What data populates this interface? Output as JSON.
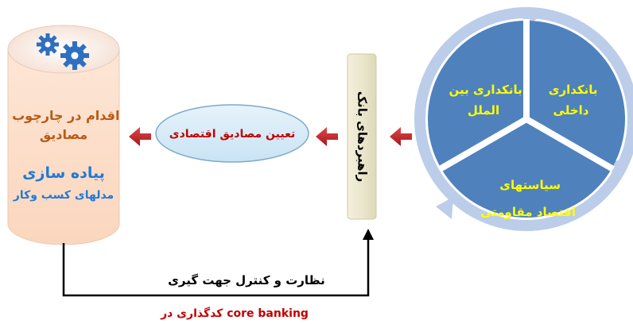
{
  "cycle": {
    "segment_right": "بانکداری\nداخلی",
    "segment_left": "بانکداری بین\nالملل",
    "segment_bottom": "سیاستهای\nاقتصاد مقاومتی"
  },
  "strategy_box": {
    "label": "راهبردهای بانک"
  },
  "ellipse": {
    "label": "تعیین مصادیق اقتصادی"
  },
  "cylinder": {
    "title": "اقدام در چارچوب\nمصادیق",
    "implement": "پیاده سازی",
    "models": "مدلهای کسب وکار"
  },
  "feedback": {
    "label": "نظارت و کنترل جهت گیری",
    "coding": "کدگذاری در core banking"
  },
  "colors": {
    "wheel": "#4f81bd",
    "wheel_ring": "#aec2e6",
    "wheel_text": "#ffff00",
    "accent_brown": "#b95a17",
    "accent_blue": "#1f7ad6",
    "accent_red": "#c00000",
    "arrow_red": "#c8262a"
  },
  "icons": [
    "gear-icon",
    "gear-icon"
  ]
}
